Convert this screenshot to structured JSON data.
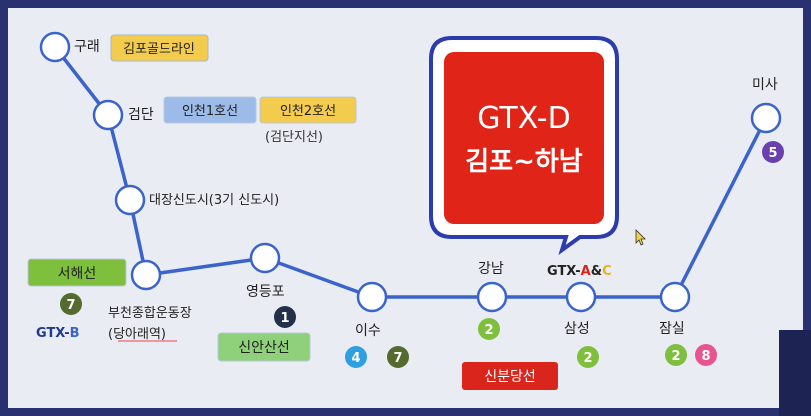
{
  "colors": {
    "route_line": "#3a64cc",
    "line7": "#536b2e",
    "line1": "#24304a",
    "line2": "#7fbf3e",
    "line4": "#2e9fe0",
    "line5": "#6a3fae",
    "line8": "#e8558e",
    "gold_line": "#f3cb4d",
    "incheon1": "#9dbbe8",
    "incheon2": "#f3cb4d",
    "seohae": "#7fbf3e",
    "sinansan": "#8fd17a",
    "sinbundang": "#d9251c",
    "callout": "#e02418",
    "callout_border": "#2b3cae"
  },
  "stations": [
    {
      "name": "구래"
    },
    {
      "name": "검단"
    },
    {
      "name": "대장신도시(3기 신도시)"
    },
    {
      "name": "부천종합운동장"
    },
    {
      "name": "(당아래역)"
    },
    {
      "name": "영등포"
    },
    {
      "name": "이수"
    },
    {
      "name": "강남"
    },
    {
      "name": "삼성"
    },
    {
      "name": "잠실"
    },
    {
      "name": "미사"
    }
  ],
  "badges": {
    "gimpo_gold": "김포골드라인",
    "incheon1": "인천1호선",
    "incheon2": "인천2호선",
    "incheon2_sub": "(검단지선)",
    "seohae": "서해선",
    "sinansan": "신안산선",
    "sinbundang": "신분당선"
  },
  "line_numbers": {
    "bucheon_7": "7",
    "yeongdeungpo_1": "1",
    "isu_4": "4",
    "isu_7": "7",
    "gangnam_2": "2",
    "samseong_2": "2",
    "jamsil_2": "2",
    "jamsil_8": "8",
    "misa_5": "5"
  },
  "gtx_labels": {
    "gtx_b_prefix": "GTX-",
    "gtx_b_suffix": "B",
    "gtx_ac_prefix": "GTX-",
    "gtx_ac_a": "A",
    "gtx_ac_amp": "&",
    "gtx_ac_c": "C"
  },
  "callout": {
    "line1": "GTX-D",
    "line2": "김포~하남"
  }
}
